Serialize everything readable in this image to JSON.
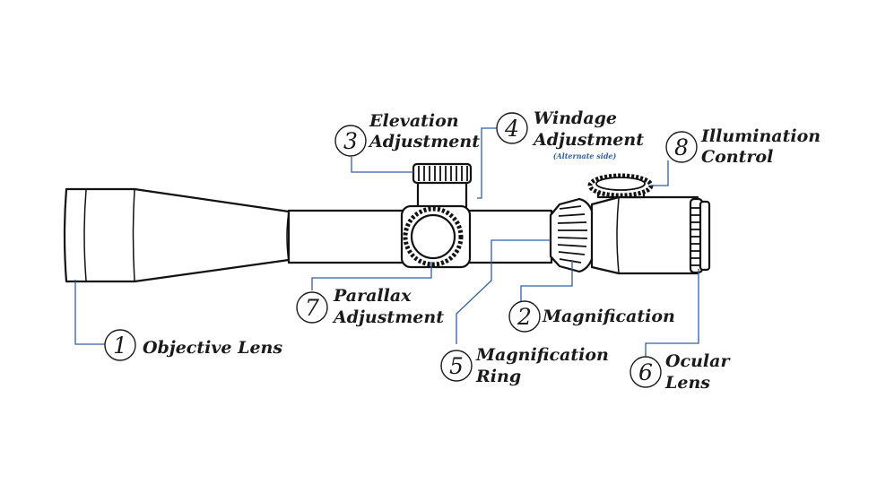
{
  "colors": {
    "leader": "#2f5fa8",
    "outline": "#111111",
    "background": "#ffffff"
  },
  "callouts": [
    {
      "id": "objective-lens",
      "number": "1",
      "lines": [
        "Objective Lens"
      ]
    },
    {
      "id": "magnification",
      "number": "2",
      "lines": [
        "Magnification"
      ]
    },
    {
      "id": "elevation-adjustment",
      "number": "3",
      "lines": [
        "Elevation",
        "Adjustment"
      ]
    },
    {
      "id": "windage-adjustment",
      "number": "4",
      "lines": [
        "Windage",
        "Adjustment"
      ],
      "note": "(Alternate side)"
    },
    {
      "id": "magnification-ring",
      "number": "5",
      "lines": [
        "Magnification",
        "Ring"
      ]
    },
    {
      "id": "ocular-lens",
      "number": "6",
      "lines": [
        "Ocular",
        "Lens"
      ]
    },
    {
      "id": "parallax-adjustment",
      "number": "7",
      "lines": [
        "Parallax",
        "Adjustment"
      ]
    },
    {
      "id": "illumination-control",
      "number": "8",
      "lines": [
        "Illumination",
        "Control"
      ]
    }
  ]
}
